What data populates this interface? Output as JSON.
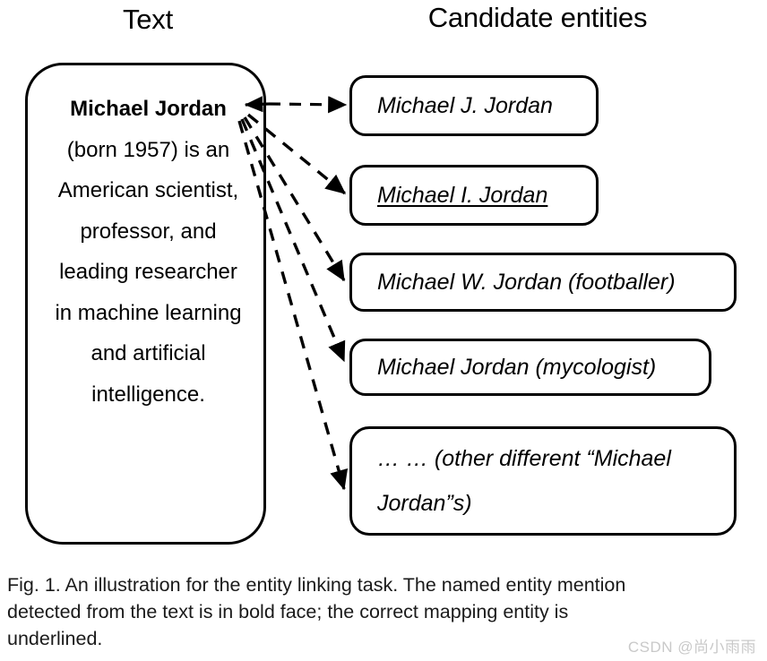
{
  "figure": {
    "headings": {
      "left": "Text",
      "right": "Candidate entities"
    },
    "passage": {
      "mention": "Michael Jordan",
      "rest": " (born 1957) is an American scientist, professor, and leading researcher in machine learning and artificial intelligence.",
      "full": "Michael Jordan (born 1957) is an American scientist, professor, and leading researcher in machine learning and artificial intelligence."
    },
    "candidates": [
      {
        "label": "Michael J. Jordan",
        "correct": false
      },
      {
        "label": "Michael I. Jordan",
        "correct": true
      },
      {
        "label": "Michael W. Jordan (footballer)",
        "correct": false
      },
      {
        "label": "Michael Jordan (mycologist)",
        "correct": false
      },
      {
        "label": "… … (other different “Michael Jordan”s)",
        "correct": false
      }
    ],
    "caption": {
      "line1": "Fig. 1. An illustration for the entity linking task. The named entity mention",
      "line2": "detected from the text is in bold face; the correct mapping entity is",
      "line3": "underlined.",
      "full": "Fig. 1. An illustration for the entity linking task. The named entity mention detected from the text is in bold face; the correct mapping entity is underlined."
    },
    "watermark": "CSDN @尚小雨雨",
    "colors": {
      "stroke": "#000000",
      "background": "#ffffff",
      "caption_text": "#1a1a1a",
      "watermark_text": "#c9c9c9"
    }
  }
}
